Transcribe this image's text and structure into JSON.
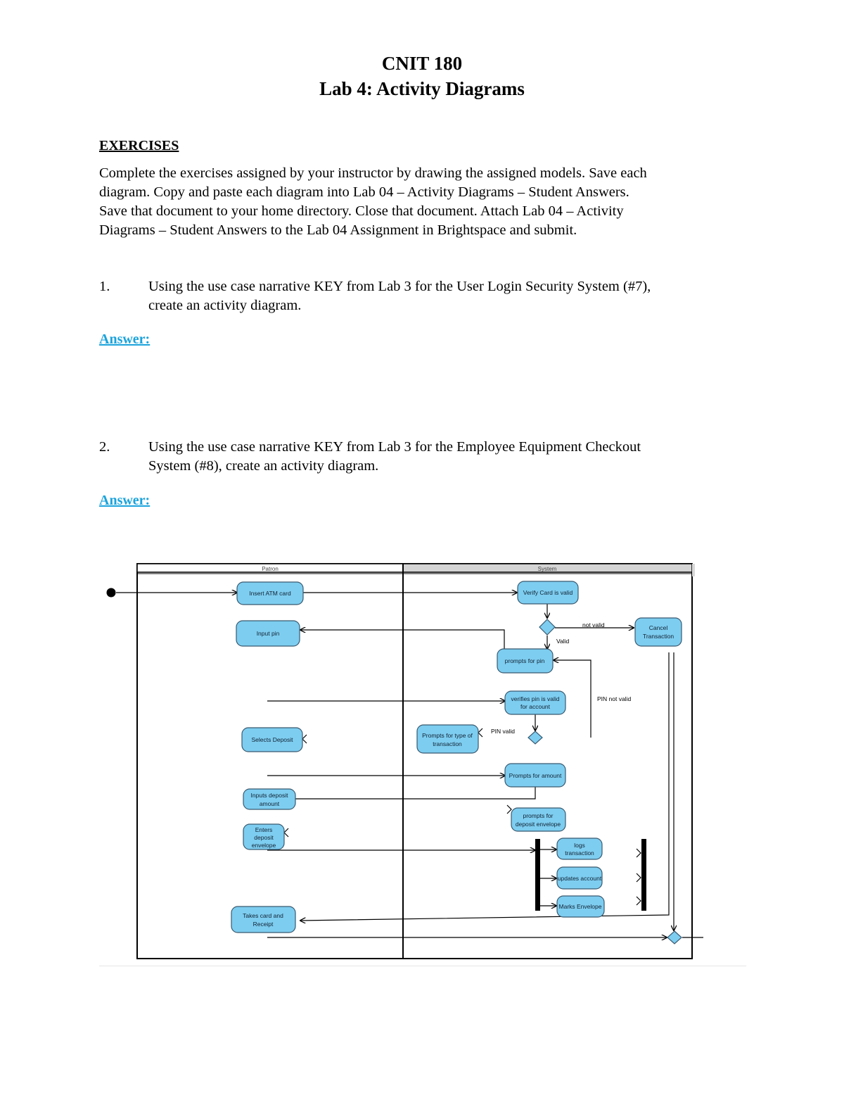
{
  "document": {
    "title_line1": "CNIT 180",
    "title_line2": "Lab 4: Activity Diagrams",
    "exercises_heading": "EXERCISES",
    "intro_lines": [
      "Complete the exercises assigned by your instructor by drawing the assigned models.  Save each",
      "diagram.  Copy and paste each diagram into Lab 04 – Activity Diagrams – Student Answers.",
      "Save that document to your home directory.  Close that document.  Attach Lab 04 – Activity",
      "Diagrams – Student Answers to the Lab 04 Assignment in Brightspace and submit."
    ],
    "questions": [
      {
        "number": "1.",
        "lines": [
          "Using the use case narrative KEY from Lab 3 for the User Login Security System (#7),",
          "create an activity diagram."
        ],
        "answer_label": "Answer: "
      },
      {
        "number": "2.",
        "lines": [
          "Using the use case narrative KEY from Lab 3 for the Employee Equipment Checkout",
          "System (#8), create an activity diagram."
        ],
        "answer_label": "Answer: "
      }
    ]
  },
  "diagram": {
    "colors": {
      "node_fill": "#7dcdf0",
      "node_stroke": "#3a5a70",
      "line": "#000000"
    },
    "lanes": {
      "left": "Patron",
      "right": "System"
    },
    "nodes": {
      "insert_card": "Insert ATM card",
      "verify_card": "Verify Card is valid",
      "input_pin": "Input pin",
      "cancel_1": "Cancel",
      "cancel_2": "Transaction",
      "prompt_pin": "prompts for pin",
      "verify_pin_1": "verifies pin is valid",
      "verify_pin_2": "for account",
      "select_deposit": "Selects Deposit",
      "prompt_type_1": "Prompts for type of",
      "prompt_type_2": "transaction",
      "prompt_amount": "Prompts for amount",
      "input_amount_1": "Inputs deposit",
      "input_amount_2": "amount",
      "prompt_env_1": "prompts for",
      "prompt_env_2": "deposit envelope",
      "enter_env_1": "Enters",
      "enter_env_2": "deposit",
      "enter_env_3": "envelope",
      "logs_1": "logs",
      "logs_2": "transaction",
      "updates": "updates account",
      "marks": "Marks Envelope",
      "takes_1": "Takes card and",
      "takes_2": "Receipt"
    },
    "guards": {
      "not_valid": "not valid",
      "valid": "Valid",
      "pin_not_valid": "PIN not valid",
      "pin_valid": "PIN valid"
    }
  }
}
